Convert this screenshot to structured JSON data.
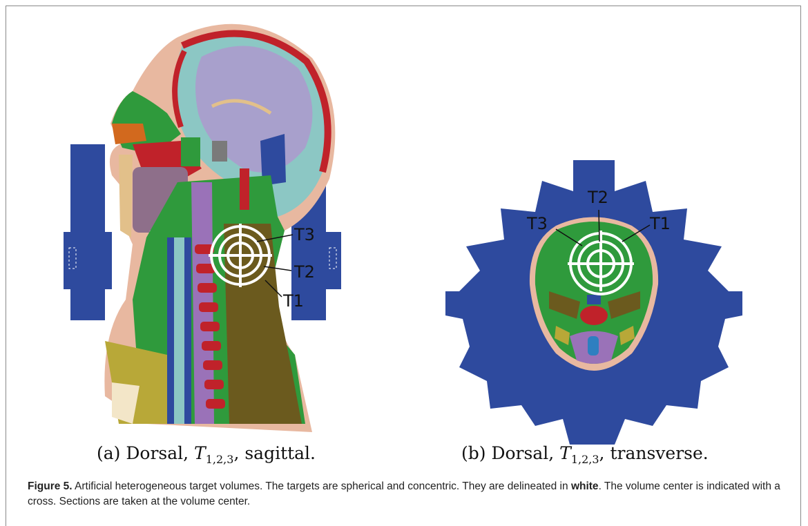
{
  "panels": {
    "a": {
      "caption_prefix": "(a) Dorsal, ",
      "caption_var": "T",
      "caption_sub": "1,2,3",
      "caption_suffix": ", sagittal.",
      "labels": [
        "T3",
        "T2",
        "T1"
      ]
    },
    "b": {
      "caption_prefix": "(b) Dorsal, ",
      "caption_var": "T",
      "caption_sub": "1,2,3",
      "caption_suffix": ", transverse.",
      "labels": [
        "T2",
        "T3",
        "T1"
      ]
    }
  },
  "figure_caption": {
    "label": "Figure 5.",
    "text_1": " Artificial heterogeneous target volumes. The targets are spherical and concentric. They are delineated in ",
    "emphasis": "white",
    "text_2": ". The volume center is indicated with a cross. Sections are taken at the volume center."
  },
  "colors": {
    "blue": "#2e4a9e",
    "green": "#2f9a3c",
    "red": "#c0222a",
    "lightblue": "#8cc7c4",
    "lavender": "#a8a0cc",
    "purple": "#9a72b8",
    "olive": "#6b5a1e",
    "tan": "#e2c08a",
    "pink": "#e8b8a0"
  }
}
